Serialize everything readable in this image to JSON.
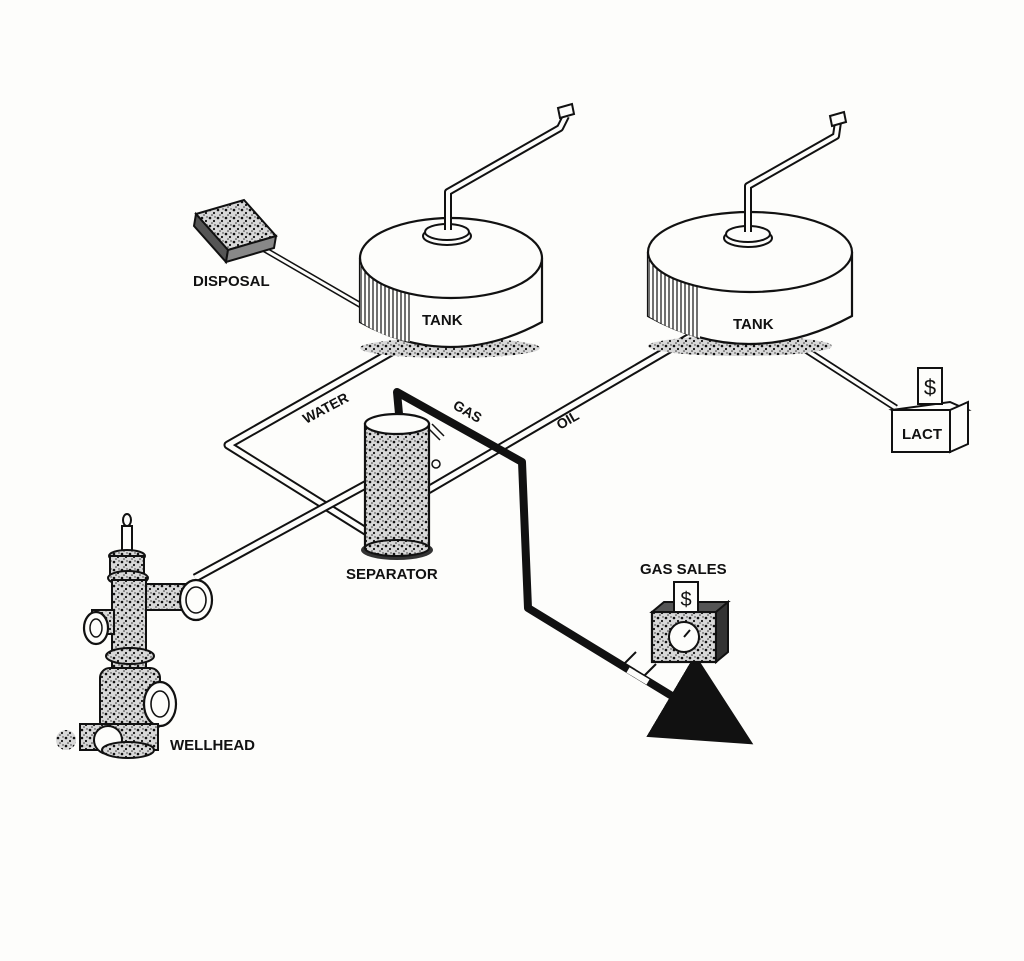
{
  "labels": {
    "disposal": "DISPOSAL",
    "tank_left": "TANK",
    "tank_right": "TANK",
    "water": "WATER",
    "gas": "GAS",
    "oil": "OIL",
    "separator": "SEPARATOR",
    "lact": "LACT",
    "gas_sales": "GAS SALES",
    "wellhead": "WELLHEAD",
    "dollar_lact": "$",
    "dollar_gas": "$"
  },
  "colors": {
    "ink": "#111111",
    "paper": "#fdfdfb"
  }
}
